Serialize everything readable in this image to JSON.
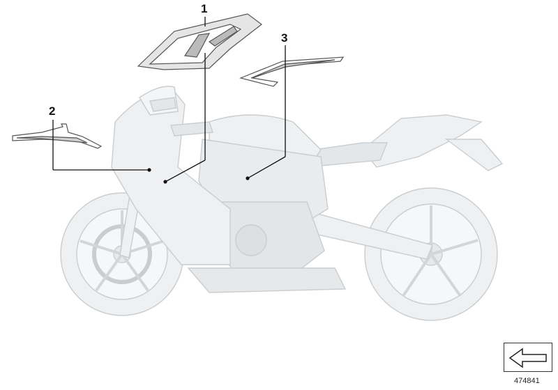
{
  "diagram": {
    "callouts": [
      {
        "id": "1",
        "label": "1"
      },
      {
        "id": "2",
        "label": "2"
      },
      {
        "id": "3",
        "label": "3"
      }
    ],
    "diagram_id": "474841",
    "nav_icon": "arrow-left-icon",
    "colors": {
      "bike_fill": "#eef0f1",
      "bike_line": "#c9cdd0",
      "leader_line": "#111111",
      "decal_line": "#555555"
    }
  }
}
